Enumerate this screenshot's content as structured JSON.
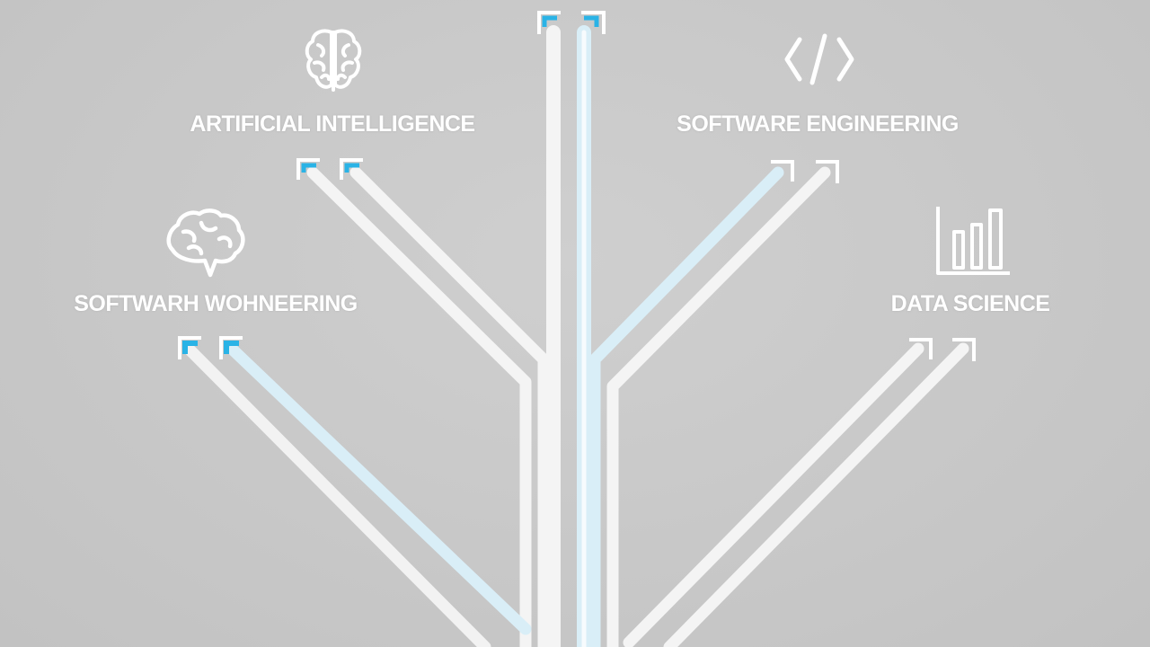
{
  "colors": {
    "background": "#c9c9c9",
    "line": "#f4f4f4",
    "accent": "#2ab3e6",
    "accent_light": "#d6ecf5"
  },
  "branches": [
    {
      "id": "ai",
      "label": "ARTIFICIAL INTELLIGENCE",
      "icon": "brain-icon"
    },
    {
      "id": "se-top",
      "label": "SOFTWARE ENGINEERING",
      "icon": "code-icon"
    },
    {
      "id": "se-left",
      "label": "SOFTWARH WOHNEERING",
      "icon": "brain-icon"
    },
    {
      "id": "ds",
      "label": "DATA SCIENCE",
      "icon": "bar-chart-icon"
    }
  ]
}
